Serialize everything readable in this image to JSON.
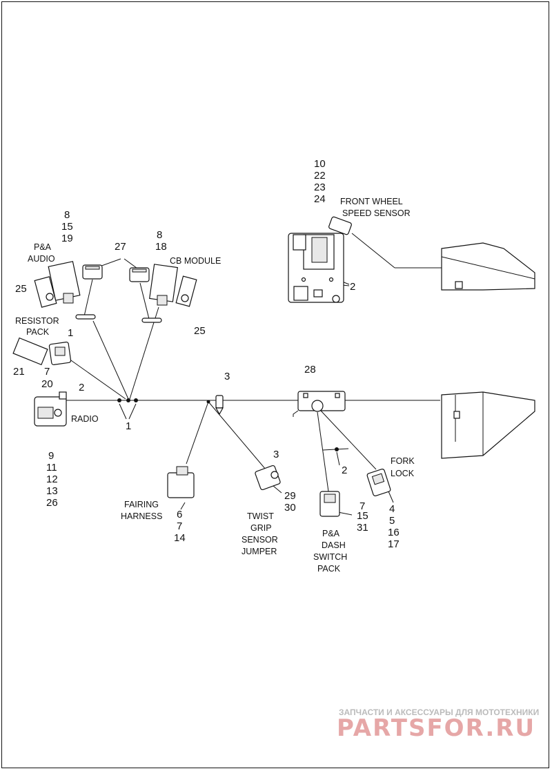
{
  "labels": {
    "front_wheel_speed_sensor": [
      "FRONT WHEEL",
      "SPEED SENSOR"
    ],
    "pa_audio": [
      "P&A",
      "AUDIO"
    ],
    "cb_module": [
      "CB MODULE"
    ],
    "resistor_pack": [
      "RESISTOR",
      "PACK"
    ],
    "radio": [
      "RADIO"
    ],
    "fork_lock": [
      "FORK",
      "LOCK"
    ],
    "fairing_harness": [
      "FAIRING",
      "HARNESS"
    ],
    "twist_grip": [
      "TWIST",
      "GRIP",
      "SENSOR",
      "JUMPER"
    ],
    "pa_dash": [
      "P&A",
      "DASH",
      "SWITCH",
      "PACK"
    ]
  },
  "callouts": {
    "sensor": [
      "10",
      "22",
      "23",
      "24"
    ],
    "pa_audio": [
      "8",
      "15",
      "19"
    ],
    "pa_audio_mount": [
      "25"
    ],
    "cb_module": [
      "8",
      "18"
    ],
    "cb_module_mount": [
      "25"
    ],
    "adapters": [
      "27"
    ],
    "resistor_pack": [
      "21"
    ],
    "resistor_conn_top": [
      "1"
    ],
    "resistor_conn_bottom": [
      "7",
      "20"
    ],
    "radio_top": [
      "2"
    ],
    "radio_bottom": [
      "9",
      "11",
      "12",
      "13",
      "26"
    ],
    "junction": [
      "1"
    ],
    "clip_top": [
      "3"
    ],
    "clip_twist": [
      "3"
    ],
    "bracket_top": [
      "28"
    ],
    "bracket_sensor": [
      "2"
    ],
    "tie_center": [
      "2"
    ],
    "fork_lock": [
      "4",
      "5",
      "16",
      "17"
    ],
    "fairing": [
      "6",
      "7",
      "14"
    ],
    "twist_grip": [
      "29",
      "30"
    ],
    "pa_dash": [
      "7",
      "15",
      "31"
    ]
  },
  "watermark": {
    "line1": "ЗАПЧАСТИ И АКСЕССУАРЫ ДЛЯ МОТОТЕХНИКИ",
    "line2": "PARTSFOR.RU"
  }
}
